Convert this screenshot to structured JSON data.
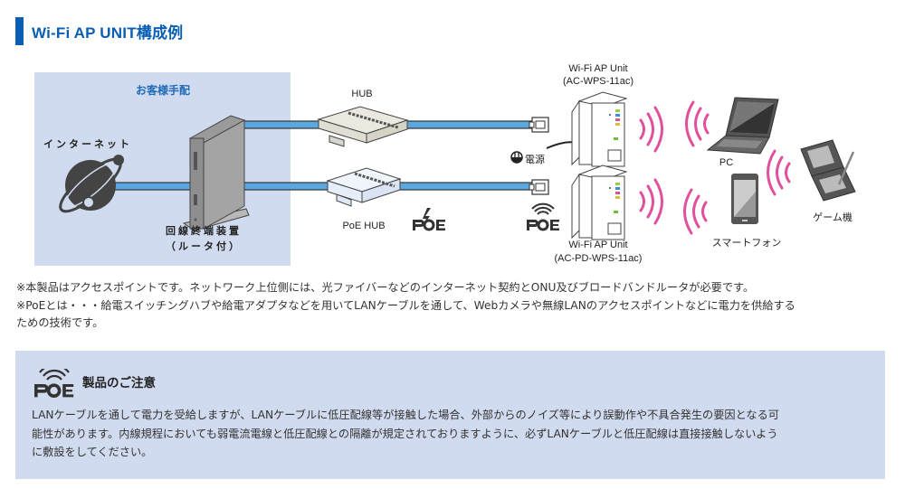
{
  "heading": {
    "title": "Wi-Fi AP UNIT構成例"
  },
  "diagram": {
    "customer_area_label": "お客様手配",
    "internet_label": "インターネット",
    "router_label_line1": "回線終端装置",
    "router_label_line2": "（ルータ付）",
    "hub_label": "HUB",
    "poe_hub_label": "PoE HUB",
    "power_label": "電源",
    "ap_unit_top_line1": "Wi-Fi AP Unit",
    "ap_unit_top_line2": "(AC-WPS-11ac)",
    "ap_unit_bottom_line1": "Wi-Fi AP Unit",
    "ap_unit_bottom_line2": "(AC-PD-WPS-11ac)",
    "pc_label": "PC",
    "smartphone_label": "スマートフォン",
    "game_label": "ゲーム機",
    "poe_logo_text": "PoE",
    "colors": {
      "customer_area": "#d1dbef",
      "cable": "#5aa8df",
      "wifi_waves": "#e0509b",
      "accent": "#0a5fb4"
    }
  },
  "notes": {
    "line1": "※本製品はアクセスポイントです。ネットワーク上位側には、光ファイバーなどのインターネット契約とONU及びブロードバンドルータが必要です。",
    "line2": "※PoEとは・・・給電スイッチングハブや給電アダプタなどを用いてLANケーブルを通して、Webカメラや無線LANのアクセスポイントなどに電力を供給する",
    "line3": "ための技術です。"
  },
  "notice": {
    "title": "製品のご注意",
    "line1": "LANケーブルを通して電力を受給しますが、LANケーブルに低圧配線等が接触した場合、外部からのノイズ等により誤動作や不具合発生の要因となる可",
    "line2": "能性があります。内線規程においても弱電流電線と低圧配線との隔離が規定されておりますように、必ずLANケーブルと低圧配線は直接接触しないよう",
    "line3": "に敷設をしてください。"
  }
}
